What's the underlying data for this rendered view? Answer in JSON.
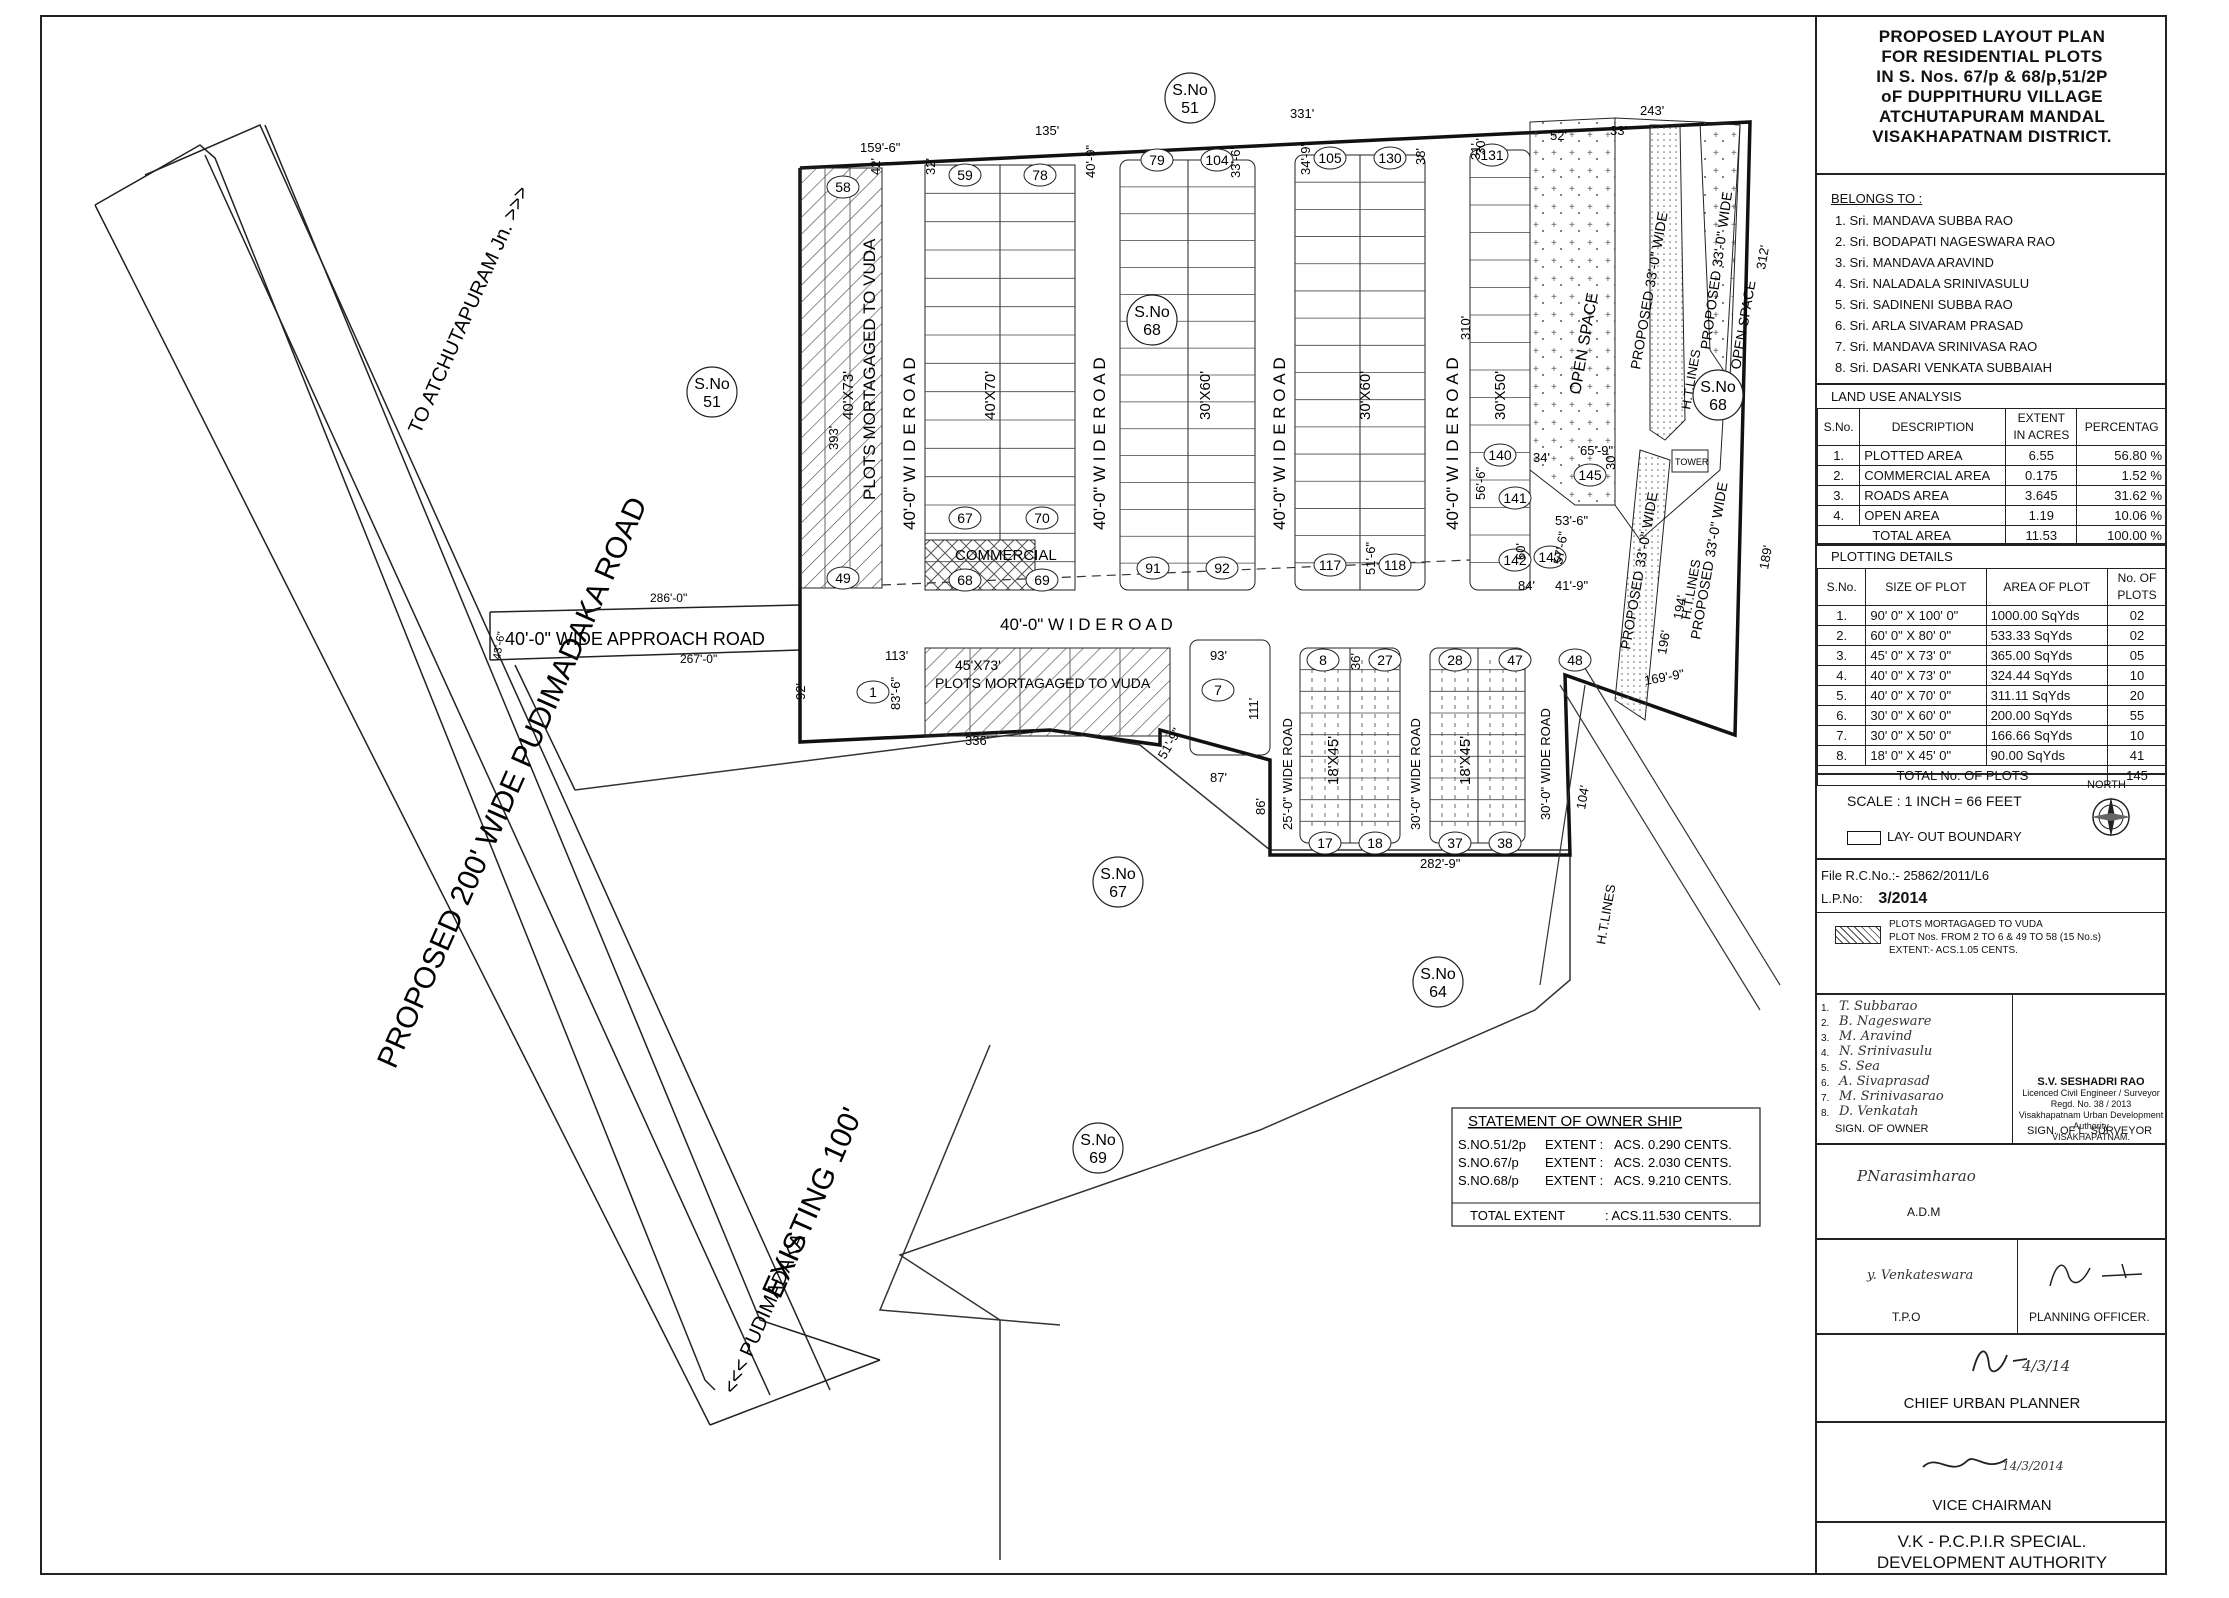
{
  "drawing": {
    "survey_labels": [
      {
        "prefix": "S.No",
        "num": "51"
      },
      {
        "prefix": "S.No",
        "num": "51"
      },
      {
        "prefix": "S.No",
        "num": "68"
      },
      {
        "prefix": "S.No",
        "num": "68"
      },
      {
        "prefix": "S.No",
        "num": "67"
      },
      {
        "prefix": "S.No",
        "num": "64"
      },
      {
        "prefix": "S.No",
        "num": "69"
      }
    ],
    "road_main_a": "PROPOSED 200' WIDE PUDIMADAKA ROAD",
    "road_main_b": "EXISTING 100'",
    "road_to_atchutapuram": "TO ATCHUTAPURAM Jn. >>>",
    "road_to_pudimadaka": "<<< PUDIMADAKA",
    "approach_road": "40'-0\" WIDE APPROACH ROAD",
    "approach_len_top": "286'-0\"",
    "approach_len_bottom": "267'-0\"",
    "approach_width": "43'-6\"",
    "wide_road_h": "40'-0\"   W I D E   R O A D",
    "wide_road_v1": "40'-0\"   W I D E   R O A D",
    "wide_road_v2": "40'-0\"   W I D E   R O A D",
    "wide_road_v3": "40'-0\"   W I D E   R O A D",
    "wide_road_v4": "40'-0\"   W I D E   R O A D",
    "road_25": "25'-0\"  WIDE  ROAD",
    "road_30": "30'-0\"  WIDE  ROAD",
    "road_30b": "30'-0\"  WIDE  ROAD",
    "mortgage_label_1": "PLOTS MORTAGAGED TO VUDA",
    "mortgage_size_1": "40'X73'",
    "mortgage_label_2": "PLOTS MORTAGAGED TO VUDA",
    "mortgage_size_2": "45'X73'",
    "commercial": "COMMERCIAL",
    "open_space": "OPEN SPACE",
    "open_space_2": "OPEN SPACE",
    "ht_lines": "H.T.LINES",
    "ht_lines_2": "H.T.LINES",
    "ht_lines_3": "H.T.LINES",
    "tower": "TOWER",
    "proposed_33a": "PROPOSED 33'-0\" WIDE",
    "proposed_33b": "PROPOSED 33'-0\" WIDE",
    "proposed_33c": "PROPOSED 33'-0\" WIDE",
    "proposed_33d": "PROPOSED 33'-0\" WIDE",
    "plot_sizes": [
      "40'X70'",
      "30'X60'",
      "30'X60'",
      "30'X50'",
      "18'X45'",
      "18'X45'"
    ],
    "dims": [
      "159'-6\"",
      "135'",
      "331'",
      "243'",
      "393'",
      "113'",
      "92'",
      "336'",
      "51'-9\"",
      "87'",
      "86'",
      "93'",
      "111'",
      "282'-9\"",
      "104'",
      "169'-9\"",
      "312'",
      "189'",
      "30'",
      "38'",
      "52'",
      "33'",
      "56'-6\"",
      "60'",
      "84'",
      "41'-9\"",
      "53'-6\"",
      "65'-9\"",
      "57'-6\"",
      "34'",
      "83'-6\"",
      "42'",
      "32'",
      "40'-9\"",
      "33'-6\"",
      "34'-9\"",
      "31'",
      "30'",
      "310'",
      "196'",
      "194'",
      "51'-6\"",
      "36'"
    ],
    "plot_numbers": [
      "58",
      "59",
      "78",
      "79",
      "104",
      "105",
      "130",
      "131",
      "49",
      "67",
      "70",
      "91",
      "92",
      "117",
      "118",
      "140",
      "141",
      "142",
      "143",
      "145",
      "68",
      "69",
      "1",
      "7",
      "8",
      "27",
      "28",
      "47",
      "48",
      "17",
      "18",
      "37",
      "38"
    ],
    "ownership": {
      "title": "STATEMENT OF OWNER SHIP",
      "rows": [
        {
          "sno": "S.NO.51/2p",
          "label": "EXTENT :",
          "val": "ACS.  0.290 CENTS."
        },
        {
          "sno": "S.NO.67/p",
          "label": "EXTENT :",
          "val": "ACS.  2.030 CENTS."
        },
        {
          "sno": "S.NO.68/p",
          "label": "EXTENT :",
          "val": "ACS.  9.210 CENTS."
        }
      ],
      "total_label": "TOTAL  EXTENT",
      "total_val": ":  ACS.11.530 CENTS."
    }
  },
  "title_block": {
    "title_lines": [
      "PROPOSED LAYOUT PLAN",
      "FOR RESIDENTIAL PLOTS",
      "IN S. Nos. 67/p & 68/p,51/2P",
      "oF DUPPITHURU VILLAGE",
      "ATCHUTAPURAM MANDAL",
      "VISAKHAPATNAM DISTRICT."
    ],
    "belongs_to": "BELONGS TO :",
    "owners": [
      "1. Sri. MANDAVA SUBBA RAO",
      "2. Sri. BODAPATI NAGESWARA RAO",
      "3. Sri. MANDAVA ARAVIND",
      "4. Sri. NALADALA SRINIVASULU",
      "5. Sri. SADINENI SUBBA RAO",
      "6. Sri. ARLA SIVARAM PRASAD",
      "7. Sri. MANDAVA SRINIVASA RAO",
      "8. Sri. DASARI VENKATA SUBBAIAH"
    ],
    "land_use": {
      "head": "LAND USE ANALYSIS",
      "cols": [
        "S.No.",
        "DESCRIPTION",
        "EXTENT IN ACRES",
        "PERCENTAG"
      ],
      "rows": [
        [
          "1.",
          "PLOTTED AREA",
          "6.55",
          "56.80 %"
        ],
        [
          "2.",
          "COMMERCIAL AREA",
          "0.175",
          "1.52 %"
        ],
        [
          "3.",
          "ROADS AREA",
          "3.645",
          "31.62 %"
        ],
        [
          "4.",
          "OPEN AREA",
          "1.19",
          "10.06 %"
        ]
      ],
      "total": [
        "TOTAL AREA",
        "11.53",
        "100.00 %"
      ]
    },
    "plotting": {
      "head": "PLOTTING DETAILS",
      "cols": [
        "S.No.",
        "SIZE OF PLOT",
        "AREA OF PLOT",
        "No. OF PLOTS"
      ],
      "rows": [
        [
          "1.",
          "90' 0\" X 100' 0\"",
          "1000.00 SqYds",
          "02"
        ],
        [
          "2.",
          "60' 0\" X 80' 0\"",
          "533.33 SqYds",
          "02"
        ],
        [
          "3.",
          "45' 0\" X 73' 0\"",
          "365.00 SqYds",
          "05"
        ],
        [
          "4.",
          "40' 0\" X 73' 0\"",
          "324.44 SqYds",
          "10"
        ],
        [
          "5.",
          "40' 0\" X 70' 0\"",
          "311.11 SqYds",
          "20"
        ],
        [
          "6.",
          "30' 0\" X 60' 0\"",
          "200.00 SqYds",
          "55"
        ],
        [
          "7.",
          "30' 0\" X 50' 0\"",
          "166.66 SqYds",
          "10"
        ],
        [
          "8.",
          "18' 0\" X 45' 0\"",
          "90.00 SqYds",
          "41"
        ]
      ],
      "total": [
        "TOTAL No. OF PLOTS",
        "145"
      ]
    },
    "scale": "SCALE : 1 INCH = 66 FEET",
    "north": "NORTH",
    "boundary": "LAY- OUT BOUNDARY",
    "file_rc": "File R.C.No.:- 25862/2011/L6",
    "lp_label": "L.P.No:",
    "lp_value": "3/2014",
    "mortgage_note": [
      "PLOTS MORTAGAGED TO VUDA",
      "PLOT Nos.   FROM    2 TO 6 & 49 TO 58 (15 No.s)",
      "EXTENT:-     ACS.1.05 CENTS."
    ],
    "owner_signs": [
      "1.",
      "2.",
      "3.",
      "4.",
      "5.",
      "6.",
      "7.",
      "8."
    ],
    "owner_sign_scrawls": [
      "T. Subbarao",
      "B. Nagesware",
      "M. Aravind",
      "N. Srinivasulu",
      "S. Sea",
      "A. Sivaprasad",
      "M. Srinivasarao",
      "D. Venkatah"
    ],
    "sign_of_owner": "SIGN. OF OWNER",
    "surveyor_stamp": [
      "S.V. SESHADRI RAO",
      "Licenced Civil Engineer / Surveyor",
      "Regd. No. 38 / 2013",
      "Visakhapatnam Urban Development Authority",
      "VISAKHAPATNAM."
    ],
    "sign_of_surveyor": "SIGN. OF L. SURVEYOR",
    "adm_scrawl": "PNarasimharao",
    "adm": "A.D.M",
    "tpo_scrawl": "y. Venkateswara",
    "tpo": "T.P.O",
    "planning_officer": "PLANNING OFFICER.",
    "cup_date": "4/3/14",
    "chief_urban_planner": "CHIEF URBAN PLANNER",
    "vc_date": "14/3/2014",
    "vice_chairman": "VICE CHAIRMAN",
    "authority": [
      "V.K - P.C.P.I.R  SPECIAL.",
      "DEVELOPMENT AUTHORITY"
    ]
  }
}
